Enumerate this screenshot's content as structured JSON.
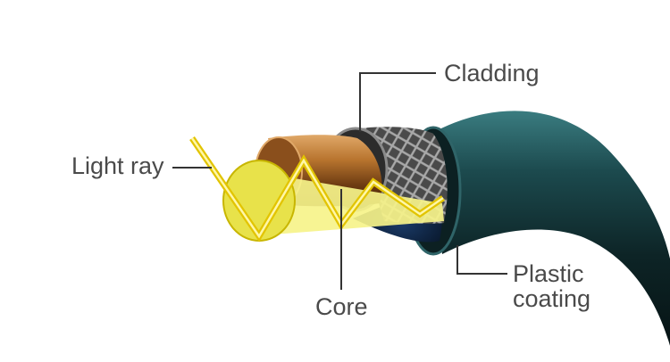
{
  "labels": {
    "cladding": "Cladding",
    "light_ray": "Light ray",
    "core": "Core",
    "plastic_line1": "Plastic",
    "plastic_line2": "coating"
  },
  "colors": {
    "coating": "#0f2a2c",
    "coating_highlight": "#3a7c80",
    "cladding_mesh": "#6e6e6e",
    "core_copper": "#b8742e",
    "light_beam": "#f6f38a",
    "ray": "#e2c400",
    "leader": "#333333",
    "label_text": "#4a4a4a"
  }
}
